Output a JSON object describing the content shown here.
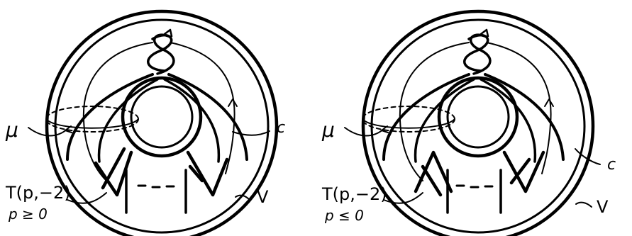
{
  "figures": [
    {
      "labels": {
        "mu": "μ",
        "c": "c",
        "v": "V",
        "torus": "T(p,−2)",
        "condition": "p ≥ 0"
      }
    },
    {
      "labels": {
        "mu": "μ",
        "c": "c",
        "v": "V",
        "torus": "T(p,−2)",
        "condition": "p ≤ 0"
      }
    }
  ],
  "colors": {
    "ink": "#000000",
    "background": "#ffffff"
  }
}
